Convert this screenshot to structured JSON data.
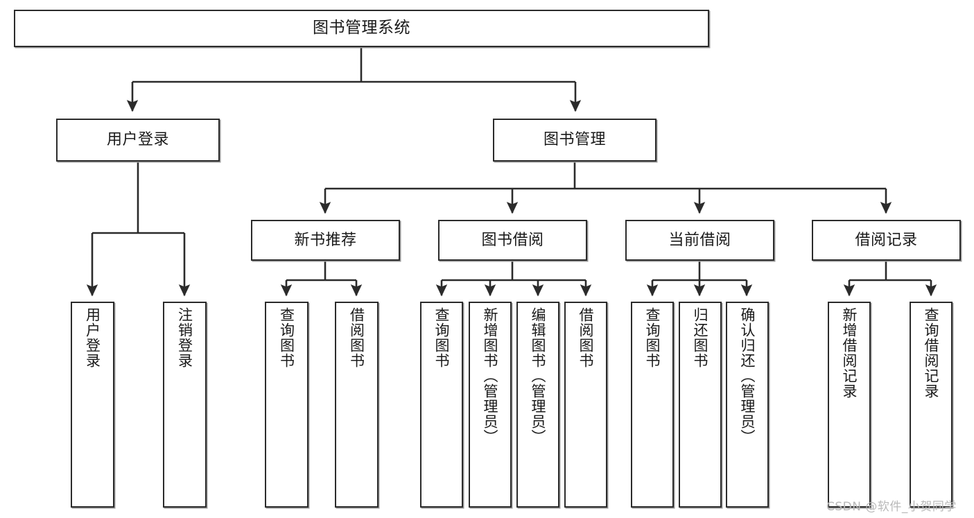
{
  "diagram": {
    "title": "图书管理系统",
    "type": "functional-structure-tree",
    "line_color": "#2b2b2b",
    "box_fill": "#ffffff",
    "text_color": "#1a1a1a"
  },
  "nodes": {
    "root": {
      "label": "图书管理系统"
    },
    "level2": [
      {
        "id": "user-login",
        "label": "用户登录"
      },
      {
        "id": "book-manage",
        "label": "图书管理"
      }
    ],
    "level3": [
      {
        "id": "new-book-recommend",
        "label": "新书推荐"
      },
      {
        "id": "book-borrow",
        "label": "图书借阅"
      },
      {
        "id": "current-borrow",
        "label": "当前借阅"
      },
      {
        "id": "borrow-record",
        "label": "借阅记录"
      }
    ],
    "leaves": {
      "user_login": [
        {
          "id": "leaf-user-login",
          "label": "用户登录"
        },
        {
          "id": "leaf-logout-login",
          "label": "注销登录"
        }
      ],
      "new_book_recommend": [
        {
          "id": "leaf-query-book-1",
          "label": "查询图书"
        },
        {
          "id": "leaf-borrow-book-1",
          "label": "借阅图书"
        }
      ],
      "book_borrow": [
        {
          "id": "leaf-query-book-2",
          "label": "查询图书"
        },
        {
          "id": "leaf-add-book",
          "label": "新增图书（管理员）"
        },
        {
          "id": "leaf-edit-book",
          "label": "编辑图书（管理员）"
        },
        {
          "id": "leaf-borrow-book-2",
          "label": "借阅图书"
        }
      ],
      "current_borrow": [
        {
          "id": "leaf-query-book-3",
          "label": "查询图书"
        },
        {
          "id": "leaf-return-book",
          "label": "归还图书"
        },
        {
          "id": "leaf-confirm-return",
          "label": "确认归还（管理员）"
        }
      ],
      "borrow_record": [
        {
          "id": "leaf-add-record",
          "label": "新增借阅记录"
        },
        {
          "id": "leaf-query-record",
          "label": "查询借阅记录"
        }
      ]
    }
  },
  "watermark": {
    "text": "CSDN @软件_小贺同学"
  }
}
